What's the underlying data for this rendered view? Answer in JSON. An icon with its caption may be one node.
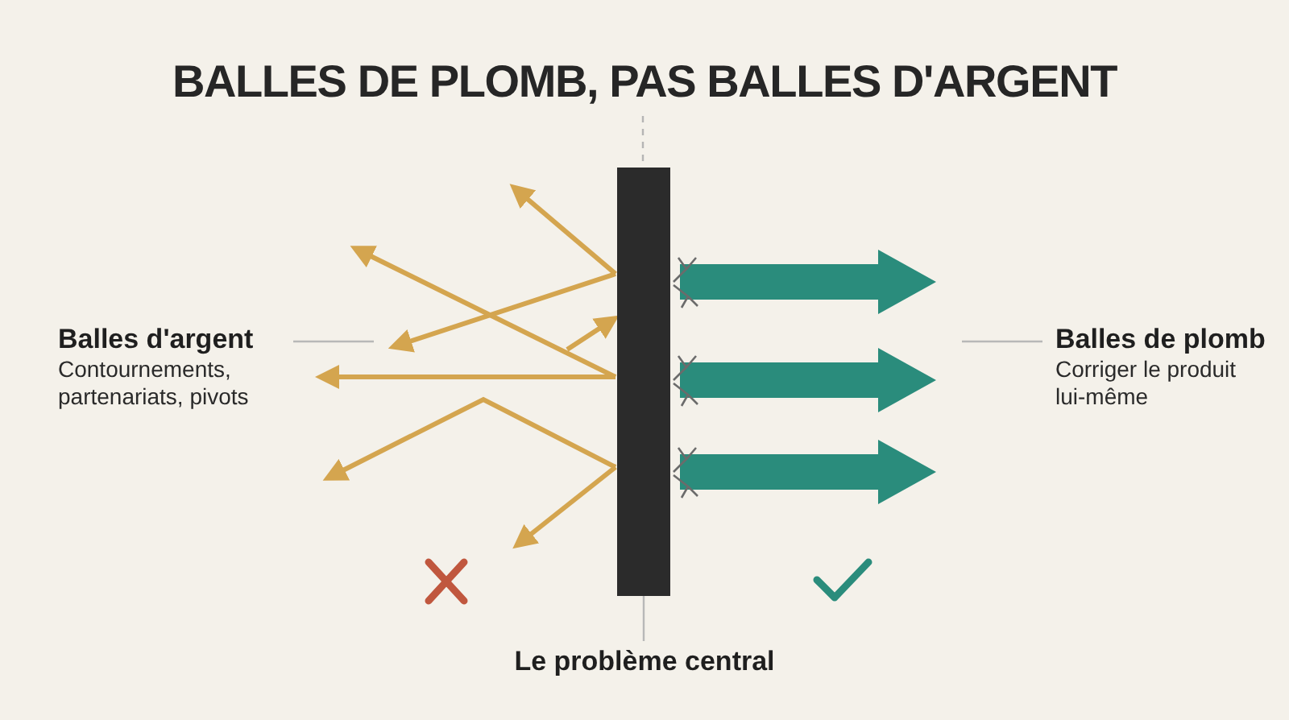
{
  "diagram": {
    "title": "BALLES DE PLOMB, PAS BALLES D'ARGENT",
    "nodes": [
      {
        "text": [
          "Balles d'argent",
          "Contournements, partenariats, pivots"
        ]
      },
      {
        "text": [],
        "shape": "bar"
      },
      {
        "text": [
          "Balles de plomb",
          "Corriger le produit lui-même"
        ]
      },
      {
        "text": [
          "Le problème central"
        ]
      }
    ],
    "edges": [
      {
        "from": 0,
        "to": null,
        "arrow": "none"
      },
      {
        "from": 2,
        "to": null,
        "arrow": "none"
      },
      {
        "from": 3,
        "to": 1,
        "arrow": "none"
      },
      {
        "from": 1,
        "to": null,
        "arrow": "to",
        "style": "thick",
        "color": "#2a8c7c"
      },
      {
        "from": 1,
        "to": null,
        "arrow": "to",
        "style": "thick",
        "color": "#2a8c7c"
      },
      {
        "from": 1,
        "to": null,
        "arrow": "to",
        "style": "thick",
        "color": "#2a8c7c"
      }
    ]
  }
}
